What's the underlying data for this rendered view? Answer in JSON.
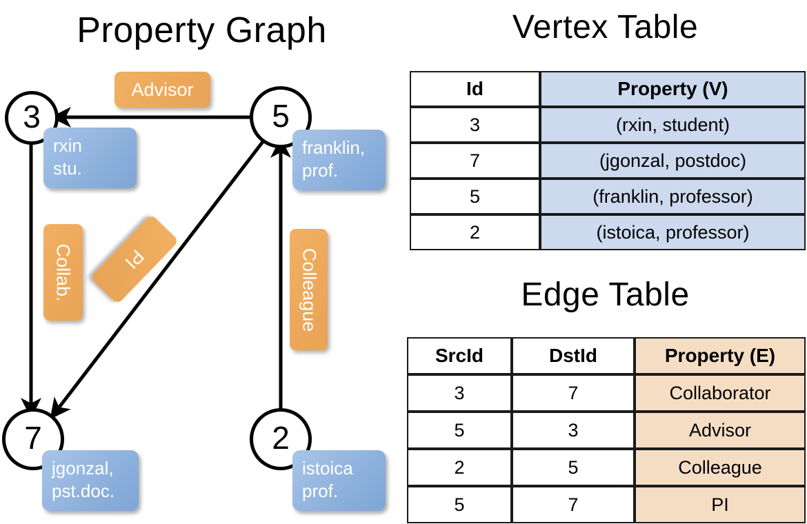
{
  "titles": {
    "property_graph": "Property Graph",
    "vertex_table": "Vertex Table",
    "edge_table": "Edge Table"
  },
  "colors": {
    "vertex_property_fill": "#ccd9ee",
    "edge_property_fill": "#f5ddc4",
    "vertex_box_fill": "#8fb2dd",
    "edge_label_fill": "#eeaa5c",
    "stroke": "#000000",
    "background": "#ffffff"
  },
  "graph": {
    "nodes": [
      {
        "id": "3",
        "label": "3",
        "property_lines": [
          "rxin",
          "stu."
        ]
      },
      {
        "id": "5",
        "label": "5",
        "property_lines": [
          "franklin,",
          "prof."
        ]
      },
      {
        "id": "7",
        "label": "7",
        "property_lines": [
          "jgonzal,",
          "pst.doc."
        ]
      },
      {
        "id": "2",
        "label": "2",
        "property_lines": [
          "istoica",
          "prof."
        ]
      }
    ],
    "edge_labels": [
      {
        "name": "advisor",
        "text": "Advisor",
        "orientation": "horizontal"
      },
      {
        "name": "collab",
        "text": "Collab.",
        "orientation": "vertical"
      },
      {
        "name": "pi",
        "text": "PI",
        "orientation": "diagonal"
      },
      {
        "name": "colleague",
        "text": "Colleague",
        "orientation": "vertical"
      }
    ],
    "edges": [
      {
        "src": "5",
        "dst": "3",
        "label": "Advisor"
      },
      {
        "src": "3",
        "dst": "7",
        "label": "Collab."
      },
      {
        "src": "5",
        "dst": "7",
        "label": "PI"
      },
      {
        "src": "2",
        "dst": "5",
        "label": "Colleague"
      }
    ]
  },
  "vertex_table": {
    "headers": [
      "Id",
      "Property (V)"
    ],
    "rows": [
      [
        "3",
        "(rxin, student)"
      ],
      [
        "7",
        "(jgonzal, postdoc)"
      ],
      [
        "5",
        "(franklin, professor)"
      ],
      [
        "2",
        "(istoica, professor)"
      ]
    ]
  },
  "edge_table": {
    "headers": [
      "SrcId",
      "DstId",
      "Property (E)"
    ],
    "rows": [
      [
        "3",
        "7",
        "Collaborator"
      ],
      [
        "5",
        "3",
        "Advisor"
      ],
      [
        "2",
        "5",
        "Colleague"
      ],
      [
        "5",
        "7",
        "PI"
      ]
    ]
  }
}
